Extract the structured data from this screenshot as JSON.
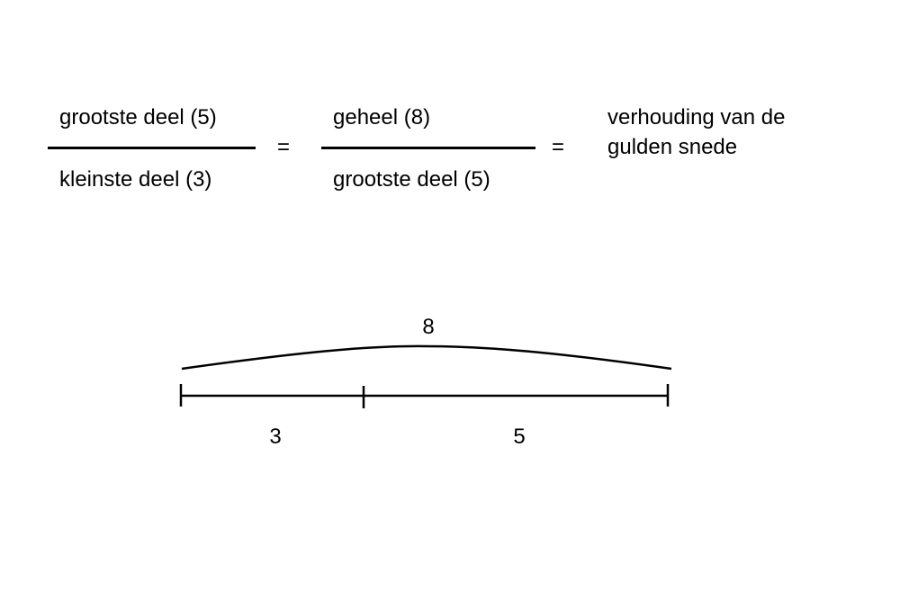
{
  "formula": {
    "fraction1": {
      "numerator": "grootste deel (5)",
      "denominator": "kleinste deel (3)"
    },
    "equals1": "=",
    "fraction2": {
      "numerator": "geheel (8)",
      "denominator": "grootste deel (5)"
    },
    "equals2": "=",
    "result": {
      "line1": "verhouding van de",
      "line2": "gulden snede"
    }
  },
  "diagram": {
    "whole_label": "8",
    "small_segment_label": "3",
    "large_segment_label": "5",
    "line_color": "#000000"
  }
}
